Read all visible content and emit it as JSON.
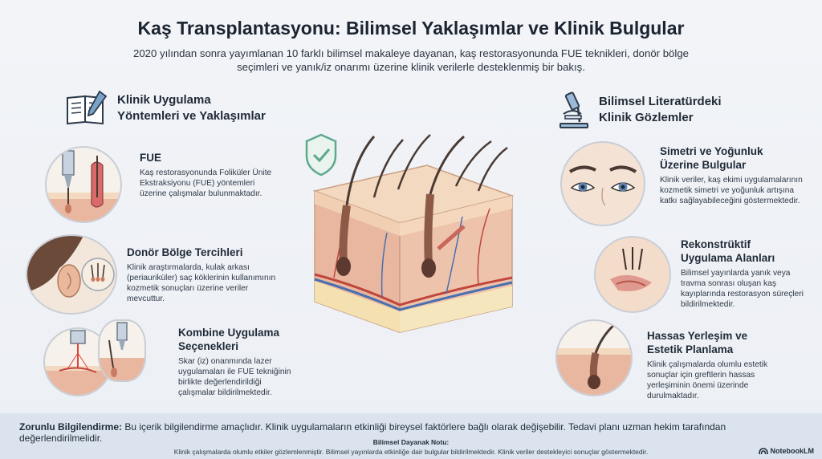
{
  "header": {
    "title": "Kaş Transplantasyonu: Bilimsel Yaklaşımlar ve Klinik Bulgular",
    "subtitle": "2020 yılından sonra yayımlanan 10 farklı bilimsel makaleye dayanan, kaş restorasyonunda FUE teknikleri, donör bölge seçimleri ve yanık/iz onarımı üzerine klinik verilerle desteklenmiş bir bakış."
  },
  "left": {
    "heading_line1": "Klinik Uygulama",
    "heading_line2": "Yöntemleri ve Yaklaşımlar",
    "cards": [
      {
        "title": "FUE",
        "body": "Kaş restorasyonunda Foliküler Ünite Ekstraksiyonu (FUE) yöntemleri üzerine çalışmalar bulunmaktadır."
      },
      {
        "title": "Donör Bölge Tercihleri",
        "body": "Klinik araştırmalarda, kulak arkası (periauriküler) saç köklerinin kullanımının kozmetik sonuçları üzerine veriler mevcuttur."
      },
      {
        "title_line1": "Kombine Uygulama",
        "title_line2": "Seçenekleri",
        "body": "Skar (iz) onanmında lazer uygulamaları ile FUE tekniğinin birlikte değerlendirildiği çalışmalar bildirilmektedir."
      }
    ]
  },
  "right": {
    "heading_line1": "Bilimsel Literatürdeki",
    "heading_line2": "Klinik Gözlemler",
    "cards": [
      {
        "title_line1": "Simetri ve Yoğunluk",
        "title_line2": "Üzerine Bulgular",
        "body": "Klinik veriler, kaş ekimi uygulamalarının kozmetik simetri ve yoğunluk artışına katkı sağlayabileceğini göstermektedir."
      },
      {
        "title_line1": "Rekonstrüktif",
        "title_line2": "Uygulama Alanları",
        "body": "Bilimsel yayınlarda yanık veya travma sonrası oluşan kaş kayıplarında restorasyon süreçleri bildirilmektedir."
      },
      {
        "title_line1": "Hassas Yerleşim ve",
        "title_line2": "Estetik Planlama",
        "body": "Klinik çalışmalarda olumlu estetik sonuçlar için greftlerin hassas yerleşiminin önemi üzerinde durulmaktadır."
      }
    ]
  },
  "footer": {
    "disclaimer_label": "Zorunlu Bilgilendirme:",
    "disclaimer_text": " Bu içerik bilgilendirme amaçlıdır. Klinik uygulamaların etkinliği bireysel faktörlere bağlı olarak değişebilir. Tedavi planı uzman hekim tarafından değerlendirilmelidir.",
    "note_heading": "Bilimsel Dayanak Notu:",
    "note_text": "Klinik çalışmalarda olumlu etkiler gözlemlenmiştir. Bilimsel yayınlarda etkinliğe dair bulgular bildirilmektedir. Klinik veriler destekleyici sonuçlar göstermektedir.",
    "brand": "NotebookLM"
  },
  "colors": {
    "skin": "#f3d9bf",
    "dermis": "#e9b7a0",
    "hair": "#4a3a34",
    "vessel_red": "#c0463c",
    "vessel_blue": "#4a6fb0",
    "fat": "#f4e0b0",
    "shield": "#5fa88d",
    "footer_bg": "#dbe3ee"
  },
  "icons": [
    "book-pencil-icon",
    "microscope-icon",
    "shield-check-icon",
    "notebooklm-logo-icon"
  ]
}
